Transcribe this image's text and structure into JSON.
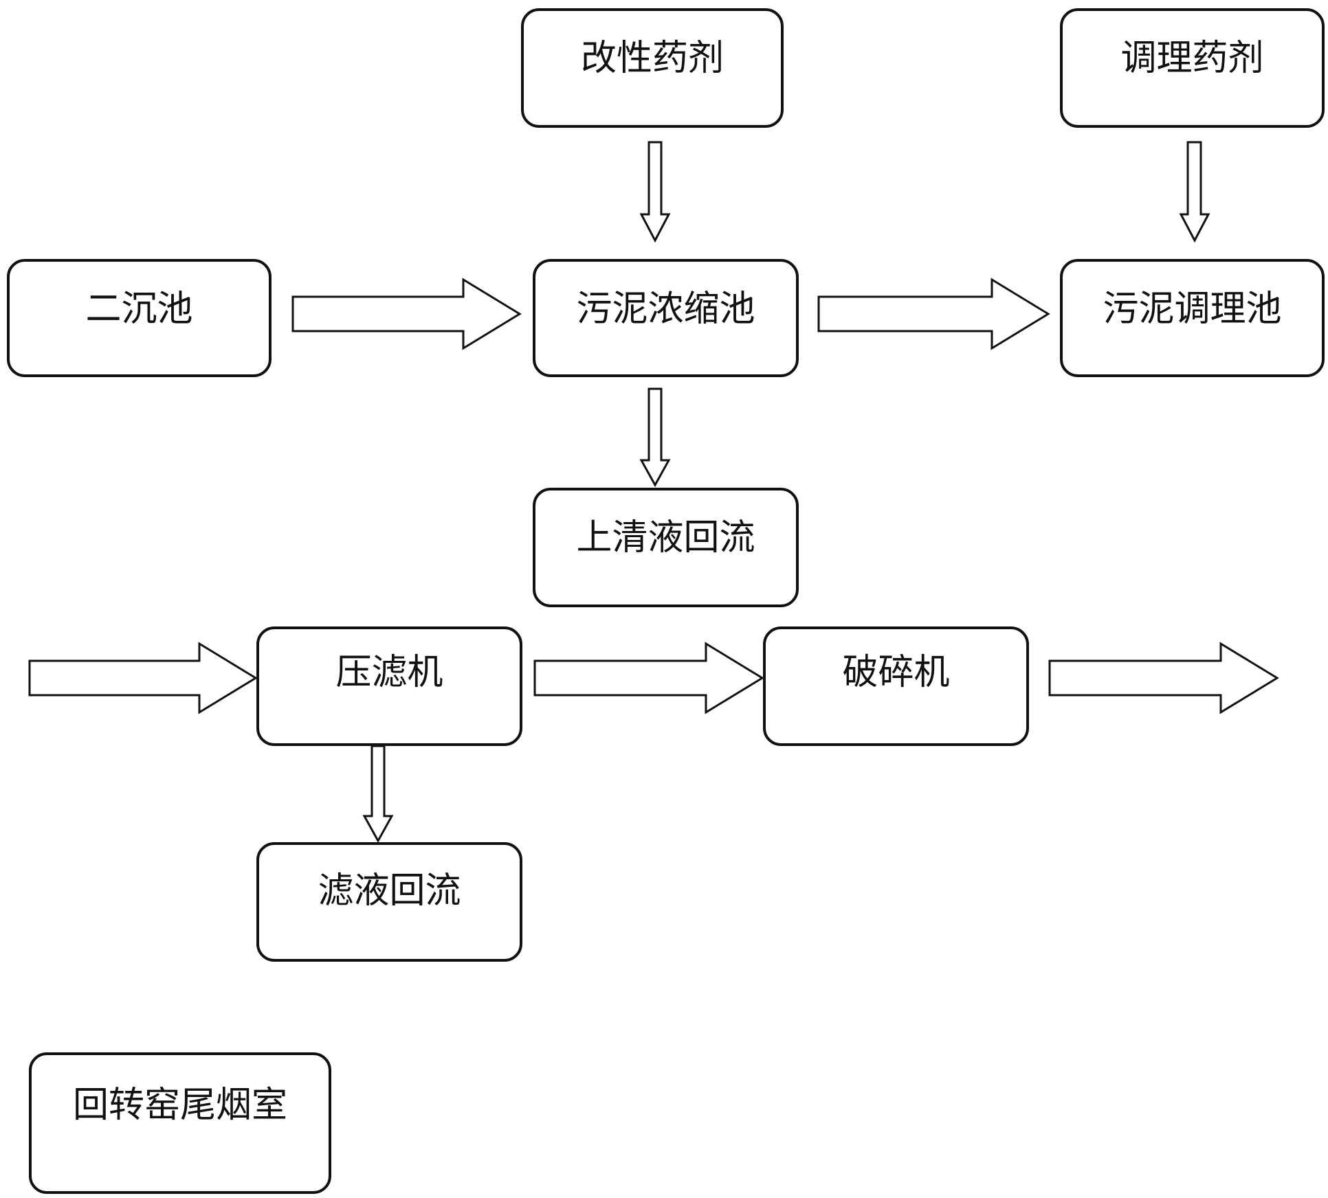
{
  "nodes": {
    "modifying_agent": "改性药剂",
    "conditioning_agent": "调理药剂",
    "secondary_clarifier": "二沉池",
    "sludge_thickener": "污泥浓缩池",
    "sludge_conditioning_tank": "污泥调理池",
    "supernatant_return": "上清液回流",
    "filter_press": "压滤机",
    "crusher": "破碎机",
    "filtrate_return": "滤液回流",
    "kiln_tail_smoke_chamber": "回转窑尾烟室"
  }
}
